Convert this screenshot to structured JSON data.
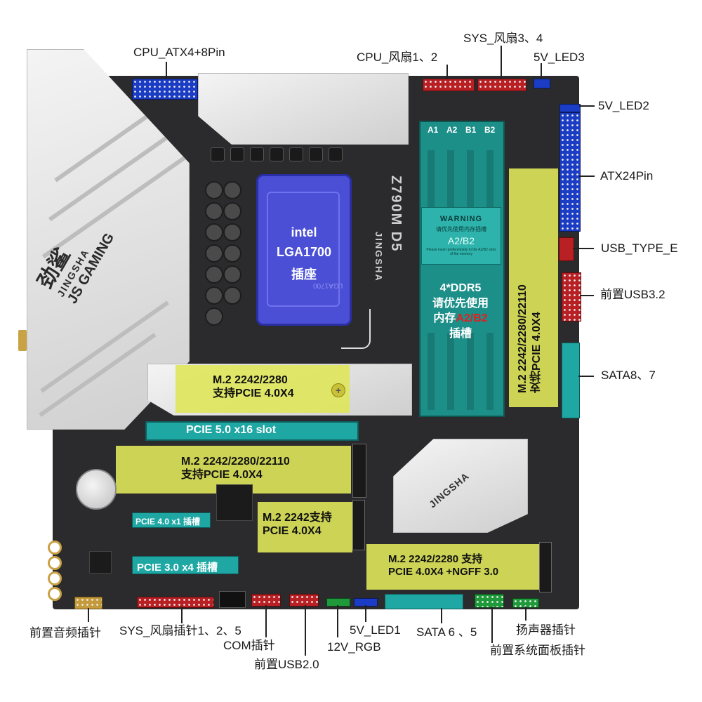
{
  "labels": {
    "cpu_atx": "CPU_ATX4+8Pin",
    "sys_fan34": "SYS_风扇3、4",
    "cpu_fan12": "CPU_风扇1、2",
    "led3": "5V_LED3",
    "led2": "5V_LED2",
    "atx24": "ATX24Pin",
    "usb_type_e": "USB_TYPE_E",
    "front_usb32": "前置USB3.2",
    "sata87": "SATA8、7",
    "front_audio": "前置音频插针",
    "sys_fan125": "SYS_风扇插针1、2、5",
    "com": "COM插针",
    "front_usb20": "前置USB2.0",
    "rgb12v": "12V_RGB",
    "led1": "5V_LED1",
    "sata65": "SATA 6 、5",
    "speaker": "扬声器插针",
    "front_panel": "前置系统面板插针"
  },
  "cpu": {
    "brand": "intel",
    "socket": "LGA1700",
    "socket_cn": "插座",
    "mark": "LGA1700"
  },
  "memory": {
    "slots": [
      "A1",
      "A2",
      "B1",
      "B2"
    ],
    "warning": "WARNING",
    "warning_cn": "请优先使用内存插槽",
    "warning_slots": "A2/B2",
    "warning_en": "Please insert preferentially to the A2/B2 slots of the memory",
    "title": "4*DDR5",
    "line1": "请优先使用",
    "line2_prefix": "内存",
    "line2_highlight": "A2/B2",
    "line3": "插槽",
    "highlight_color": "#e02020"
  },
  "board": {
    "brand_logo": "劲鲨",
    "brand_en": "JINGSHA",
    "gaming": "JS GAMING",
    "model": "Z790M D5",
    "chipset_brand": "JINGSHA"
  },
  "slots": {
    "m2_top": [
      "M.2 2242/2280",
      "支持PCIE 4.0X4"
    ],
    "pcie5": "PCIE 5.0 x16 slot",
    "m2_mid": [
      "M.2 2242/2280/22110",
      "支持PCIE 4.0X4"
    ],
    "m2_small": [
      "M.2 2242支持",
      "PCIE 4.0X4"
    ],
    "m2_bottom": [
      "M.2 2242/2280 支持",
      "PCIE 4.0X4 +NGFF 3.0"
    ],
    "m2_right": [
      "M.2 2242/2280/22110",
      "支持PCIE 4.0X4"
    ],
    "pcie4x1": "PCIE 4.0 x1 插槽",
    "pcie3x4": "PCIE 3.0 x4 插槽"
  },
  "colors": {
    "board": "#2b2b2d",
    "highlight": "#dde65a",
    "slot_teal": "#1ea7a3",
    "cpu_blue": "#4b4fd6"
  }
}
